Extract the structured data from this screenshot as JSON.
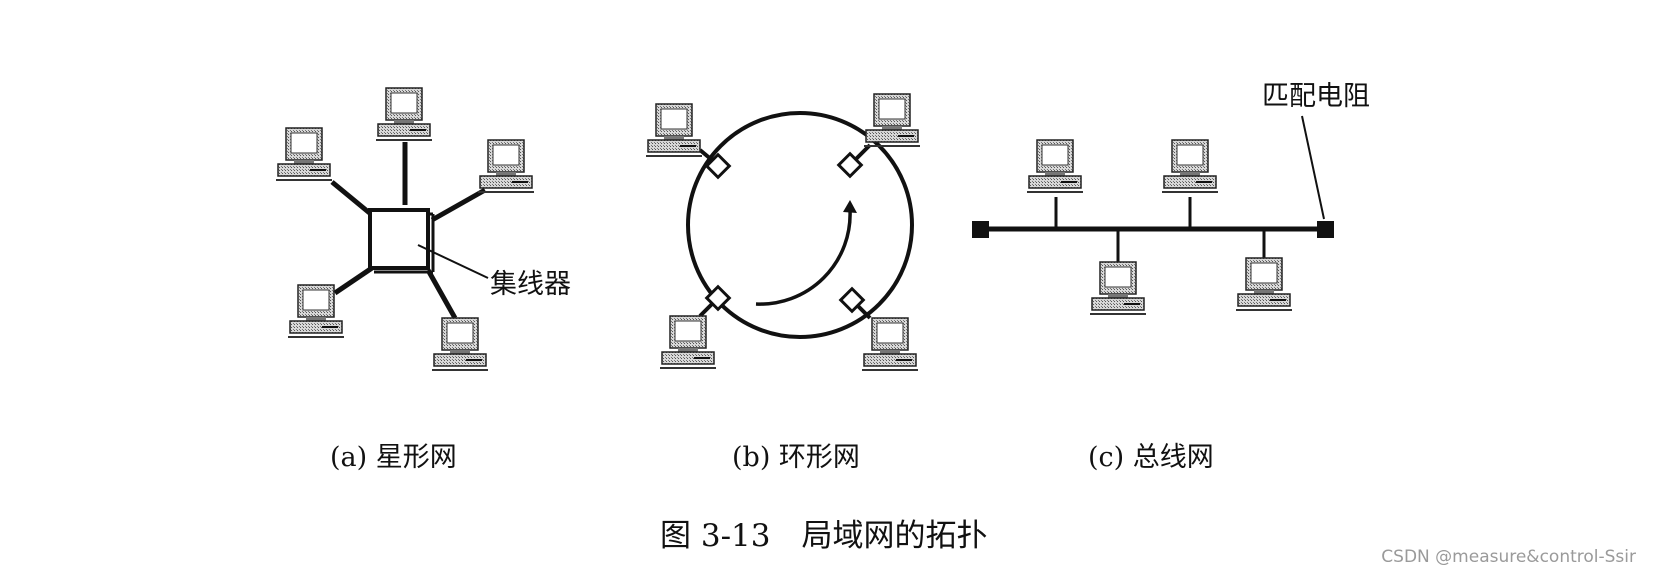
{
  "figure": {
    "caption": "图 3-13　局域网的拓扑",
    "panels": [
      {
        "id": "star",
        "label": "(a) 星形网",
        "annotation": "集线器"
      },
      {
        "id": "ring",
        "label": "(b) 环形网"
      },
      {
        "id": "bus",
        "label": "(c) 总线网",
        "annotation": "匹配电阻"
      }
    ]
  },
  "watermark": "CSDN @measure&control-Ssir"
}
